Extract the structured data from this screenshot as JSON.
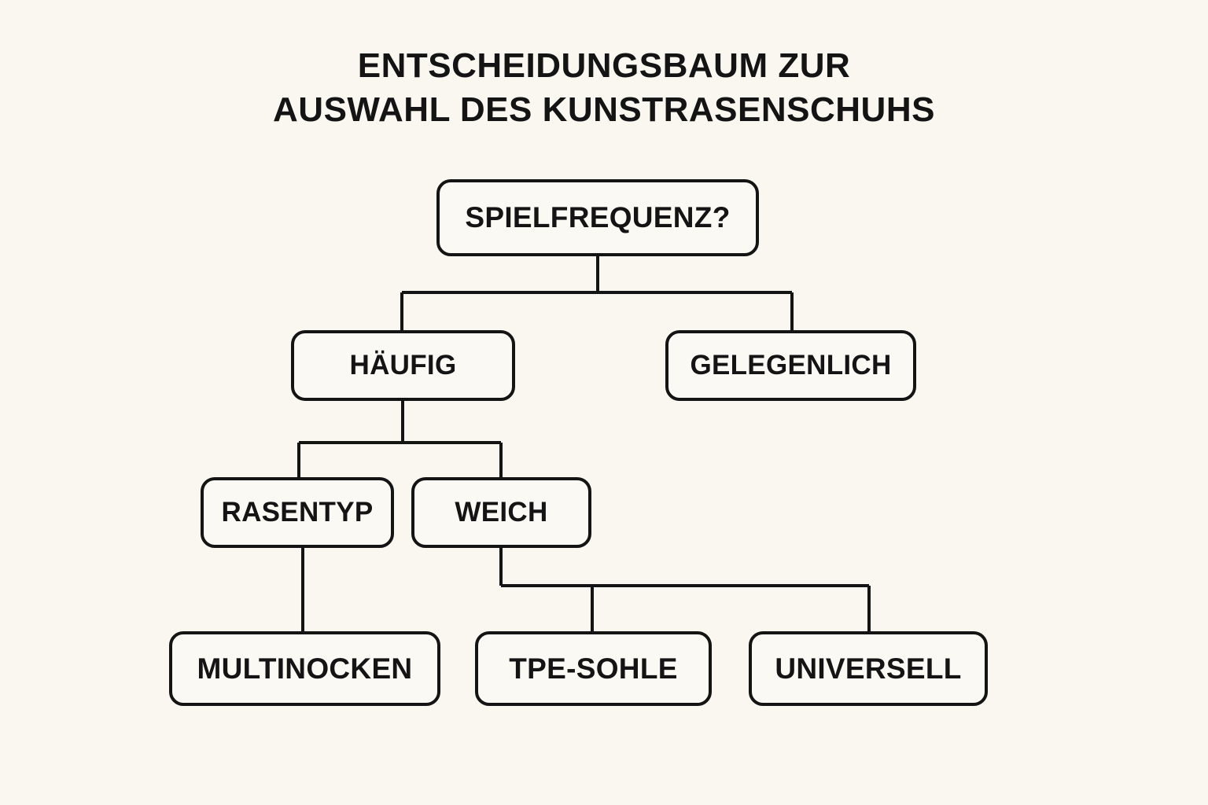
{
  "title": "Entscheidungsbaum zur\nAuswahl des Kunstrasenschuhs",
  "colors": {
    "background": "#faf7f1",
    "node_fill": "#fbf9f4",
    "ink": "#141414",
    "edge": "#141414"
  },
  "chart_data": {
    "type": "tree",
    "title": "Entscheidungsbaum zur Auswahl des Kunstrasenschuhs",
    "orientation": "top-down",
    "nodes": [
      {
        "id": "root",
        "label": "Spielfrequenz?",
        "level": 0
      },
      {
        "id": "haeufig",
        "label": "Häufig",
        "level": 1
      },
      {
        "id": "gelegenlich",
        "label": "Gelegenlich",
        "level": 1
      },
      {
        "id": "rasentyp",
        "label": "Rasentyp",
        "level": 2
      },
      {
        "id": "weich",
        "label": "Weich",
        "level": 2
      },
      {
        "id": "multinocken",
        "label": "Multinocken",
        "level": 3
      },
      {
        "id": "tpe",
        "label": "TPE-Sohle",
        "level": 3
      },
      {
        "id": "universell",
        "label": "Universell",
        "level": 3
      }
    ],
    "edges": [
      {
        "from": "root",
        "to": "haeufig"
      },
      {
        "from": "root",
        "to": "gelegenlich"
      },
      {
        "from": "haeufig",
        "to": "rasentyp"
      },
      {
        "from": "haeufig",
        "to": "weich"
      },
      {
        "from": "rasentyp",
        "to": "multinocken"
      },
      {
        "from": "weich",
        "to": "tpe"
      },
      {
        "from": "weich",
        "to": "universell"
      }
    ]
  },
  "nodes": {
    "root": "Spielfrequenz?",
    "haeufig": "Häufig",
    "gelegenlich": "Gelegenlich",
    "rasentyp": "Rasentyp",
    "weich": "Weich",
    "multinocken": "Multinocken",
    "tpe": "TPE-Sohle",
    "universell": "Universell"
  }
}
